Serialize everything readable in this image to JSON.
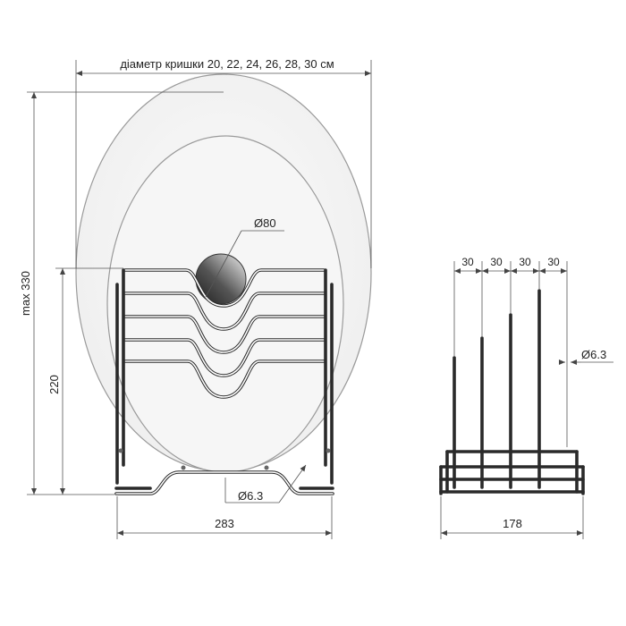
{
  "labels": {
    "lid_diameter": "діаметр кришки 20, 22, 24, 26, 28, 30 см",
    "max_height": "max 330",
    "height": "220",
    "width_front": "283",
    "width_side": "178",
    "knob_diameter": "Ø80",
    "wire_diameter_front": "Ø6.3",
    "wire_diameter_side": "Ø6.3",
    "pitch_1": "30",
    "pitch_2": "30",
    "pitch_3": "30",
    "pitch_4": "30"
  },
  "colors": {
    "lid_fill": "#f3f3f3",
    "knob_dark": "#2c2c2c",
    "knob_light": "#e8e8e8",
    "wire": "#2a2a2a"
  }
}
